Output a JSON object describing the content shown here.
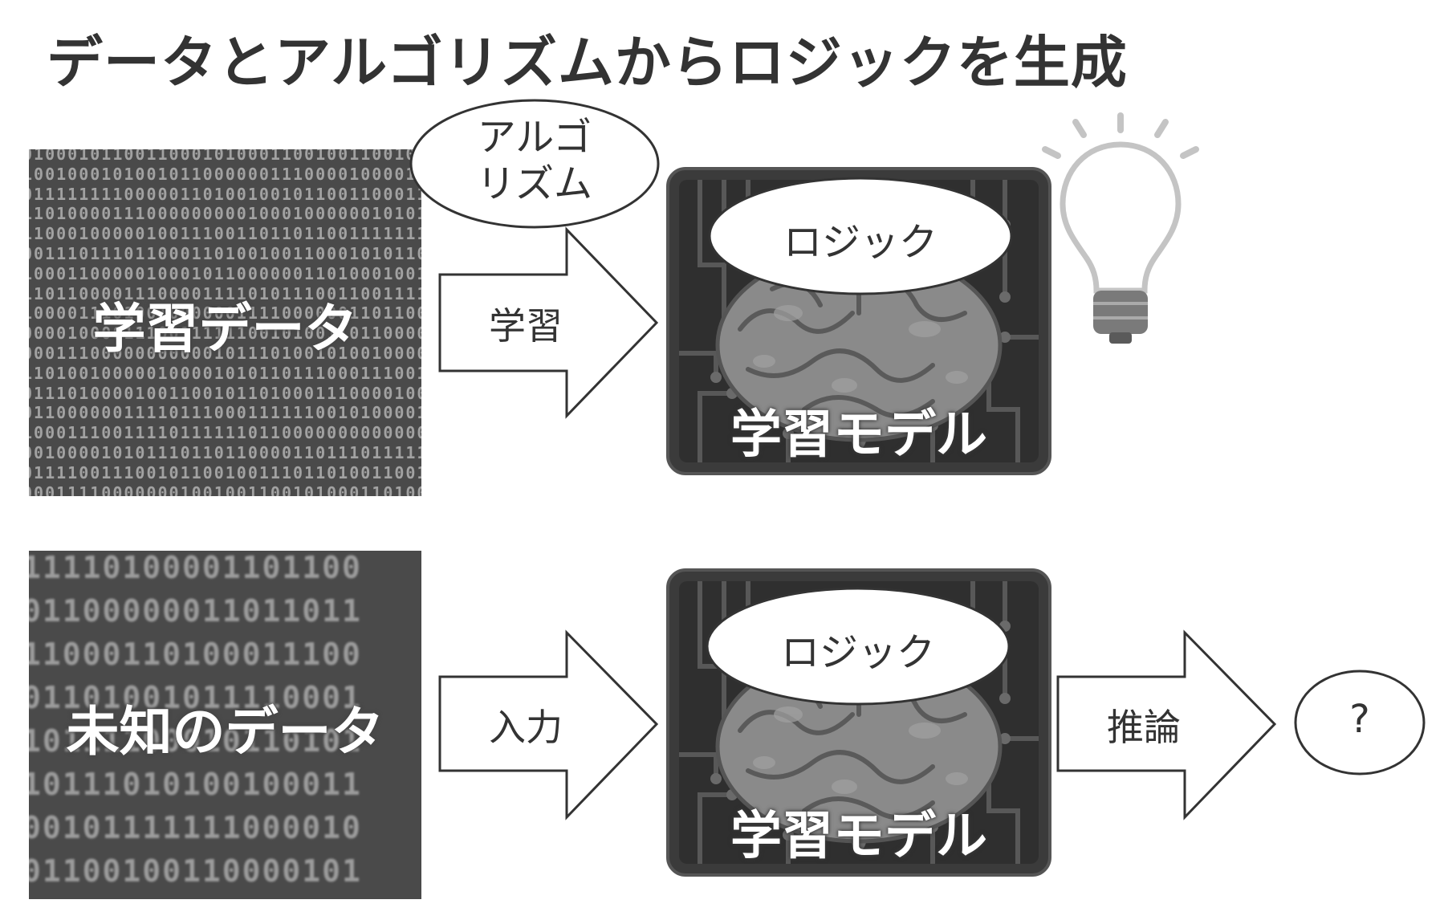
{
  "title": "データとアルゴリズムからロジックを生成",
  "training_row": {
    "data_label": "学習データ",
    "algorithm_label_line1": "アルゴ",
    "algorithm_label_line2": "リズム",
    "arrow_label": "学習",
    "model_logic_label": "ロジック",
    "model_label": "学習モデル"
  },
  "inference_row": {
    "data_label": "未知のデータ",
    "arrow_label": "入力",
    "model_logic_label": "ロジック",
    "model_label": "学習モデル",
    "output_arrow_label": "推論",
    "result_label": "?"
  },
  "icons": [
    "binary-data-image",
    "brain-circuit-icon",
    "lightbulb-icon",
    "arrow-right-icon"
  ],
  "colors": {
    "text": "#333333",
    "data_background": "#4a4a4a",
    "model_background": "#3d3d3d",
    "brain": "#8a8a8a",
    "bulb": "#d0d0d0"
  }
}
